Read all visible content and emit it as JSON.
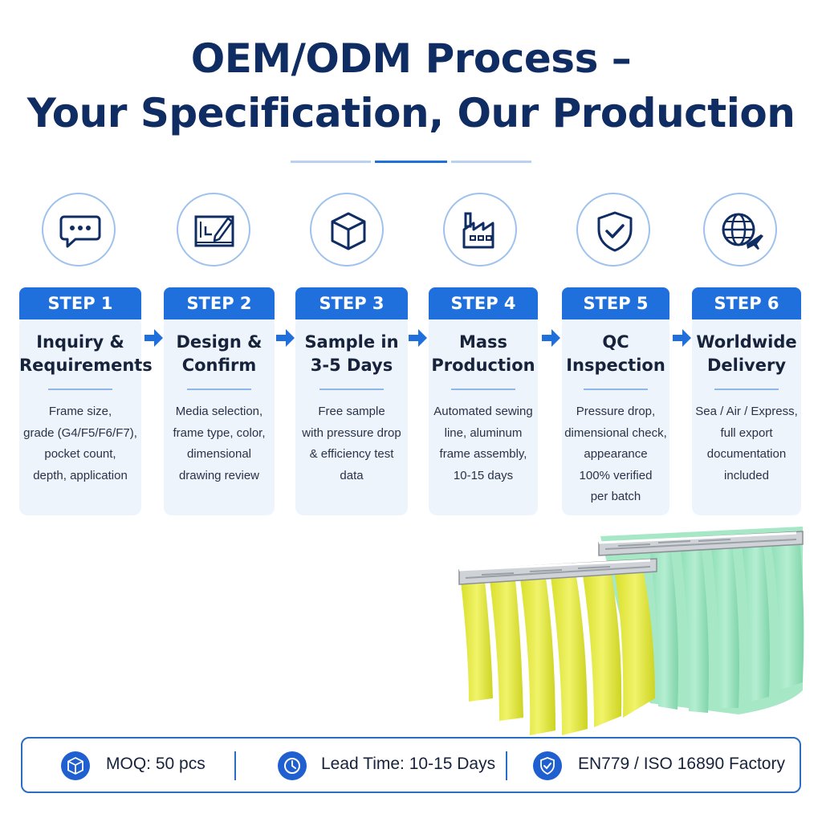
{
  "title": {
    "line1": "OEM/ODM Process –",
    "line2": "Your Specification, Our Production"
  },
  "steps": [
    {
      "label": "STEP 1",
      "title_l1": "Inquiry &",
      "title_l2": "Requirements",
      "desc": [
        "Frame size,",
        "grade (G4/F5/F6/F7),",
        "pocket count,",
        "depth, application"
      ],
      "icon": "chat-bubble-icon"
    },
    {
      "label": "STEP 2",
      "title_l1": "Design &",
      "title_l2": "Confirm",
      "desc": [
        "Media selection,",
        "frame type, color,",
        "dimensional",
        "drawing review"
      ],
      "icon": "drawing-pencil-icon"
    },
    {
      "label": "STEP 3",
      "title_l1": "Sample in",
      "title_l2": "3-5 Days",
      "desc": [
        "Free sample",
        "with pressure drop",
        "& efficiency test",
        "data"
      ],
      "icon": "box-icon"
    },
    {
      "label": "STEP 4",
      "title_l1": "Mass",
      "title_l2": "Production",
      "desc": [
        "Automated sewing",
        "line, aluminum",
        "frame assembly,",
        "10-15 days"
      ],
      "icon": "factory-icon"
    },
    {
      "label": "STEP 5",
      "title_l1": "QC",
      "title_l2": "Inspection",
      "desc": [
        "Pressure drop,",
        "dimensional check,",
        "appearance",
        "100% verified",
        "per batch"
      ],
      "icon": "shield-check-icon"
    },
    {
      "label": "STEP 6",
      "title_l1": "Worldwide",
      "title_l2": "Delivery",
      "desc": [
        "Sea / Air / Express,",
        "full export",
        "documentation",
        "included"
      ],
      "icon": "globe-plane-icon"
    }
  ],
  "footer": {
    "moq": "MOQ:  50 pcs",
    "lead_time": "Lead Time: 10-15 Days",
    "cert": "EN779 / ISO 16890 Factory"
  },
  "colors": {
    "title": "#0f2c63",
    "accent": "#1f6fdc",
    "card_bg": "#eef4fc",
    "filter_yellow": "#e6ec3c",
    "filter_green": "#8fe0b8"
  }
}
